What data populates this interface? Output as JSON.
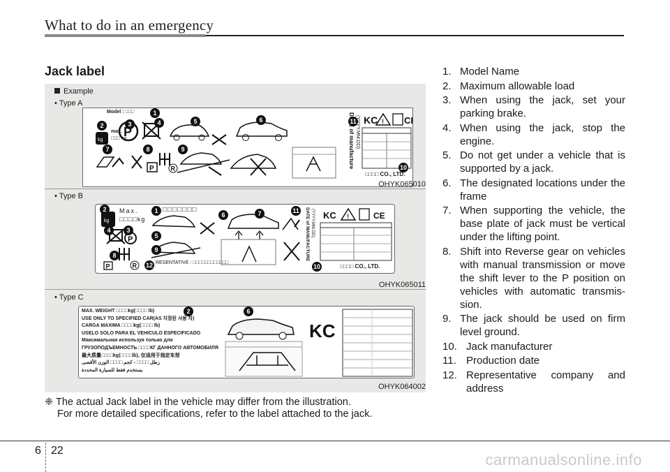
{
  "header": {
    "title": "What to do in an emergency"
  },
  "section": {
    "title": "Jack label"
  },
  "panel": {
    "example_label": "Example",
    "types": [
      {
        "label": "• Type A",
        "code": "OHYK065010"
      },
      {
        "label": "• Type B",
        "code": "OHYK065011"
      },
      {
        "label": "• Type C",
        "code": "OHYK064002"
      }
    ],
    "label_a": {
      "model": "Model : □□□",
      "max": "max.",
      "kg": "□□□ kg",
      "date_text": "DATE of manufacture",
      "date_fmt": "(YYYY.MM.DD)",
      "company": "□□□□ CO., LTD."
    },
    "label_b": {
      "max": "Max.",
      "kg": "□□□□kg",
      "model": "□□□□□□□",
      "rep": "RESENTATIVE : □□□□□□□□□□□□",
      "date_text": "DATE of MANUFACTURE",
      "date_fmt": "(YYYY.MM.DD)",
      "company": "□□□□  CO., LTD."
    },
    "label_c": {
      "lines": [
        "MAX. WEIGHT □□□□kg(□□□□ lb)",
        "USE ONLY TO SPECIFIED CAR(AS 지정된 사용 차)",
        "CARGA MAXIMA □□□□kg(□□□□ lb)",
        "USELO SOLO PARA EL VEHICULO ESPECIFICADO",
        "Максимальная используя только для",
        "ГРУЗОПОДЪЕМНОСТЬ □□□□КГ ДАННОГО АВТОМОБИЛЯ",
        "最大质量□□□□kg(□□□□lb), 仅适用于指定车型",
        "رطل □□□□ - كجم □□□□ الوزن الأقصى",
        "يستخدم فقط للسيارة المحددة"
      ]
    }
  },
  "note": {
    "symbol": "❈",
    "line1": "The actual Jack label in the vehicle may differ from the illustration.",
    "line2": "For more detailed specifications, refer to the label attached to the jack."
  },
  "list": [
    {
      "num": "1.",
      "text": "Model Name"
    },
    {
      "num": "2.",
      "text": "Maximum allowable load"
    },
    {
      "num": "3.",
      "text": "When using the jack, set your parking brake."
    },
    {
      "num": "4.",
      "text": "When using the jack, stop the engine."
    },
    {
      "num": "5.",
      "text": "Do not get under a vehicle that is supported by a jack."
    },
    {
      "num": "6.",
      "text": "The designated locations under the frame"
    },
    {
      "num": "7.",
      "text": "When supporting the vehicle, the base plate of jack must be vertical under the lifting point."
    },
    {
      "num": "8.",
      "text": "Shift into Reverse gear on vehicles with manual transmission or move the shift lever to the P position on vehicles with automatic transmis-sion."
    },
    {
      "num": "9.",
      "text": "The jack should be used on firm level ground."
    },
    {
      "num": "10.",
      "text": "Jack manufacturer"
    },
    {
      "num": "11.",
      "text": "Production date"
    },
    {
      "num": "12.",
      "text": "Representative company and address"
    }
  ],
  "footer": {
    "chapter": "6",
    "page": "22",
    "watermark": "carmanualsonline.info"
  }
}
